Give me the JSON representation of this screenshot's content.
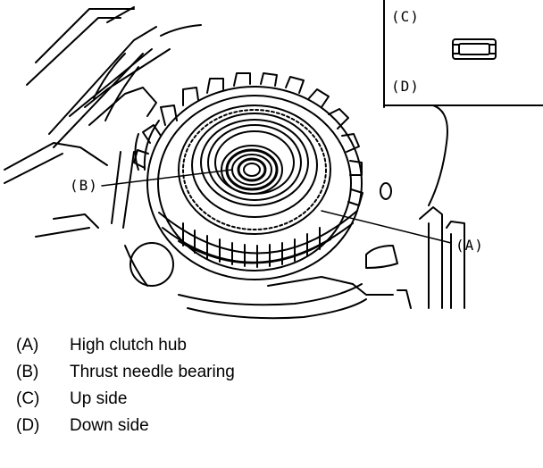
{
  "figure": {
    "callouts": {
      "a": "(A)",
      "b": "(B)",
      "c": "(C)",
      "d": "(D)"
    }
  },
  "legend": [
    {
      "key": "(A)",
      "text": "High clutch hub"
    },
    {
      "key": "(B)",
      "text": "Thrust needle bearing"
    },
    {
      "key": "(C)",
      "text": "Up side"
    },
    {
      "key": "(D)",
      "text": "Down side"
    }
  ],
  "colors": {
    "ink": "#000000",
    "paper": "#ffffff"
  }
}
